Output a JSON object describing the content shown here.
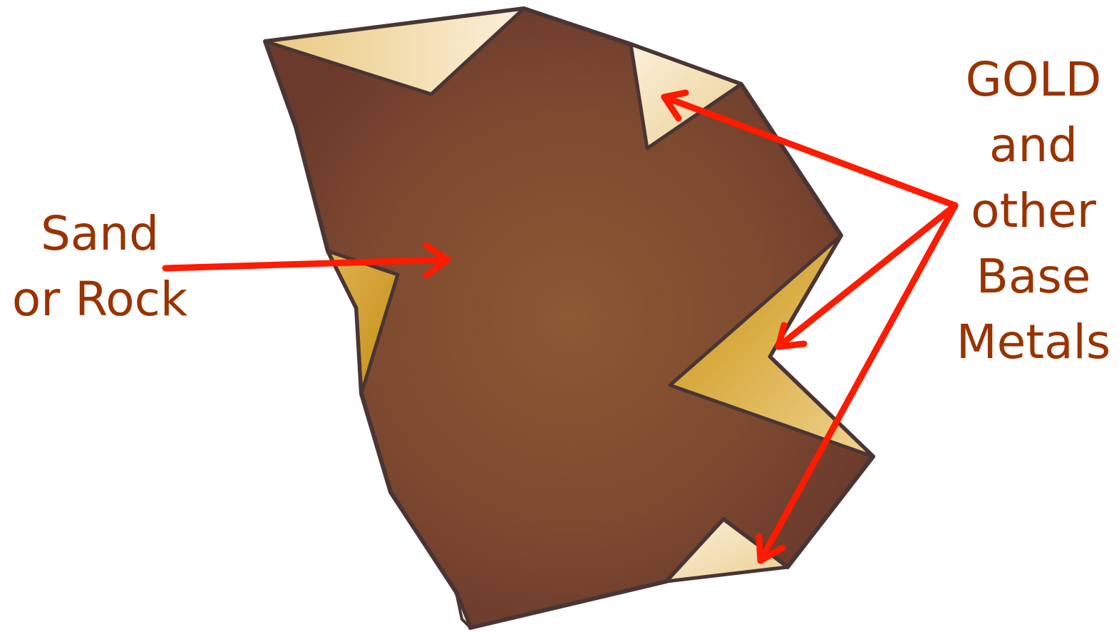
{
  "colors": {
    "label_text": "#993300",
    "rock_fill_center": "#8a5533",
    "rock_fill_edge": "#6b3a2a",
    "rock_outline": "#4a3535",
    "gold_light": "#f6e6c4",
    "gold_dark": "#d4a017",
    "arrow": "#ff0000"
  },
  "labels": {
    "sand": {
      "line1": "Sand",
      "line2": "or Rock"
    },
    "gold": {
      "line1": "GOLD",
      "line2": "and",
      "line3": "other",
      "line4": "Base",
      "line5": "Metals"
    }
  },
  "icons": {
    "rock": "rock-nugget-shape",
    "gold_inclusion": "gold-inclusion-shape",
    "arrow": "arrow-icon"
  }
}
